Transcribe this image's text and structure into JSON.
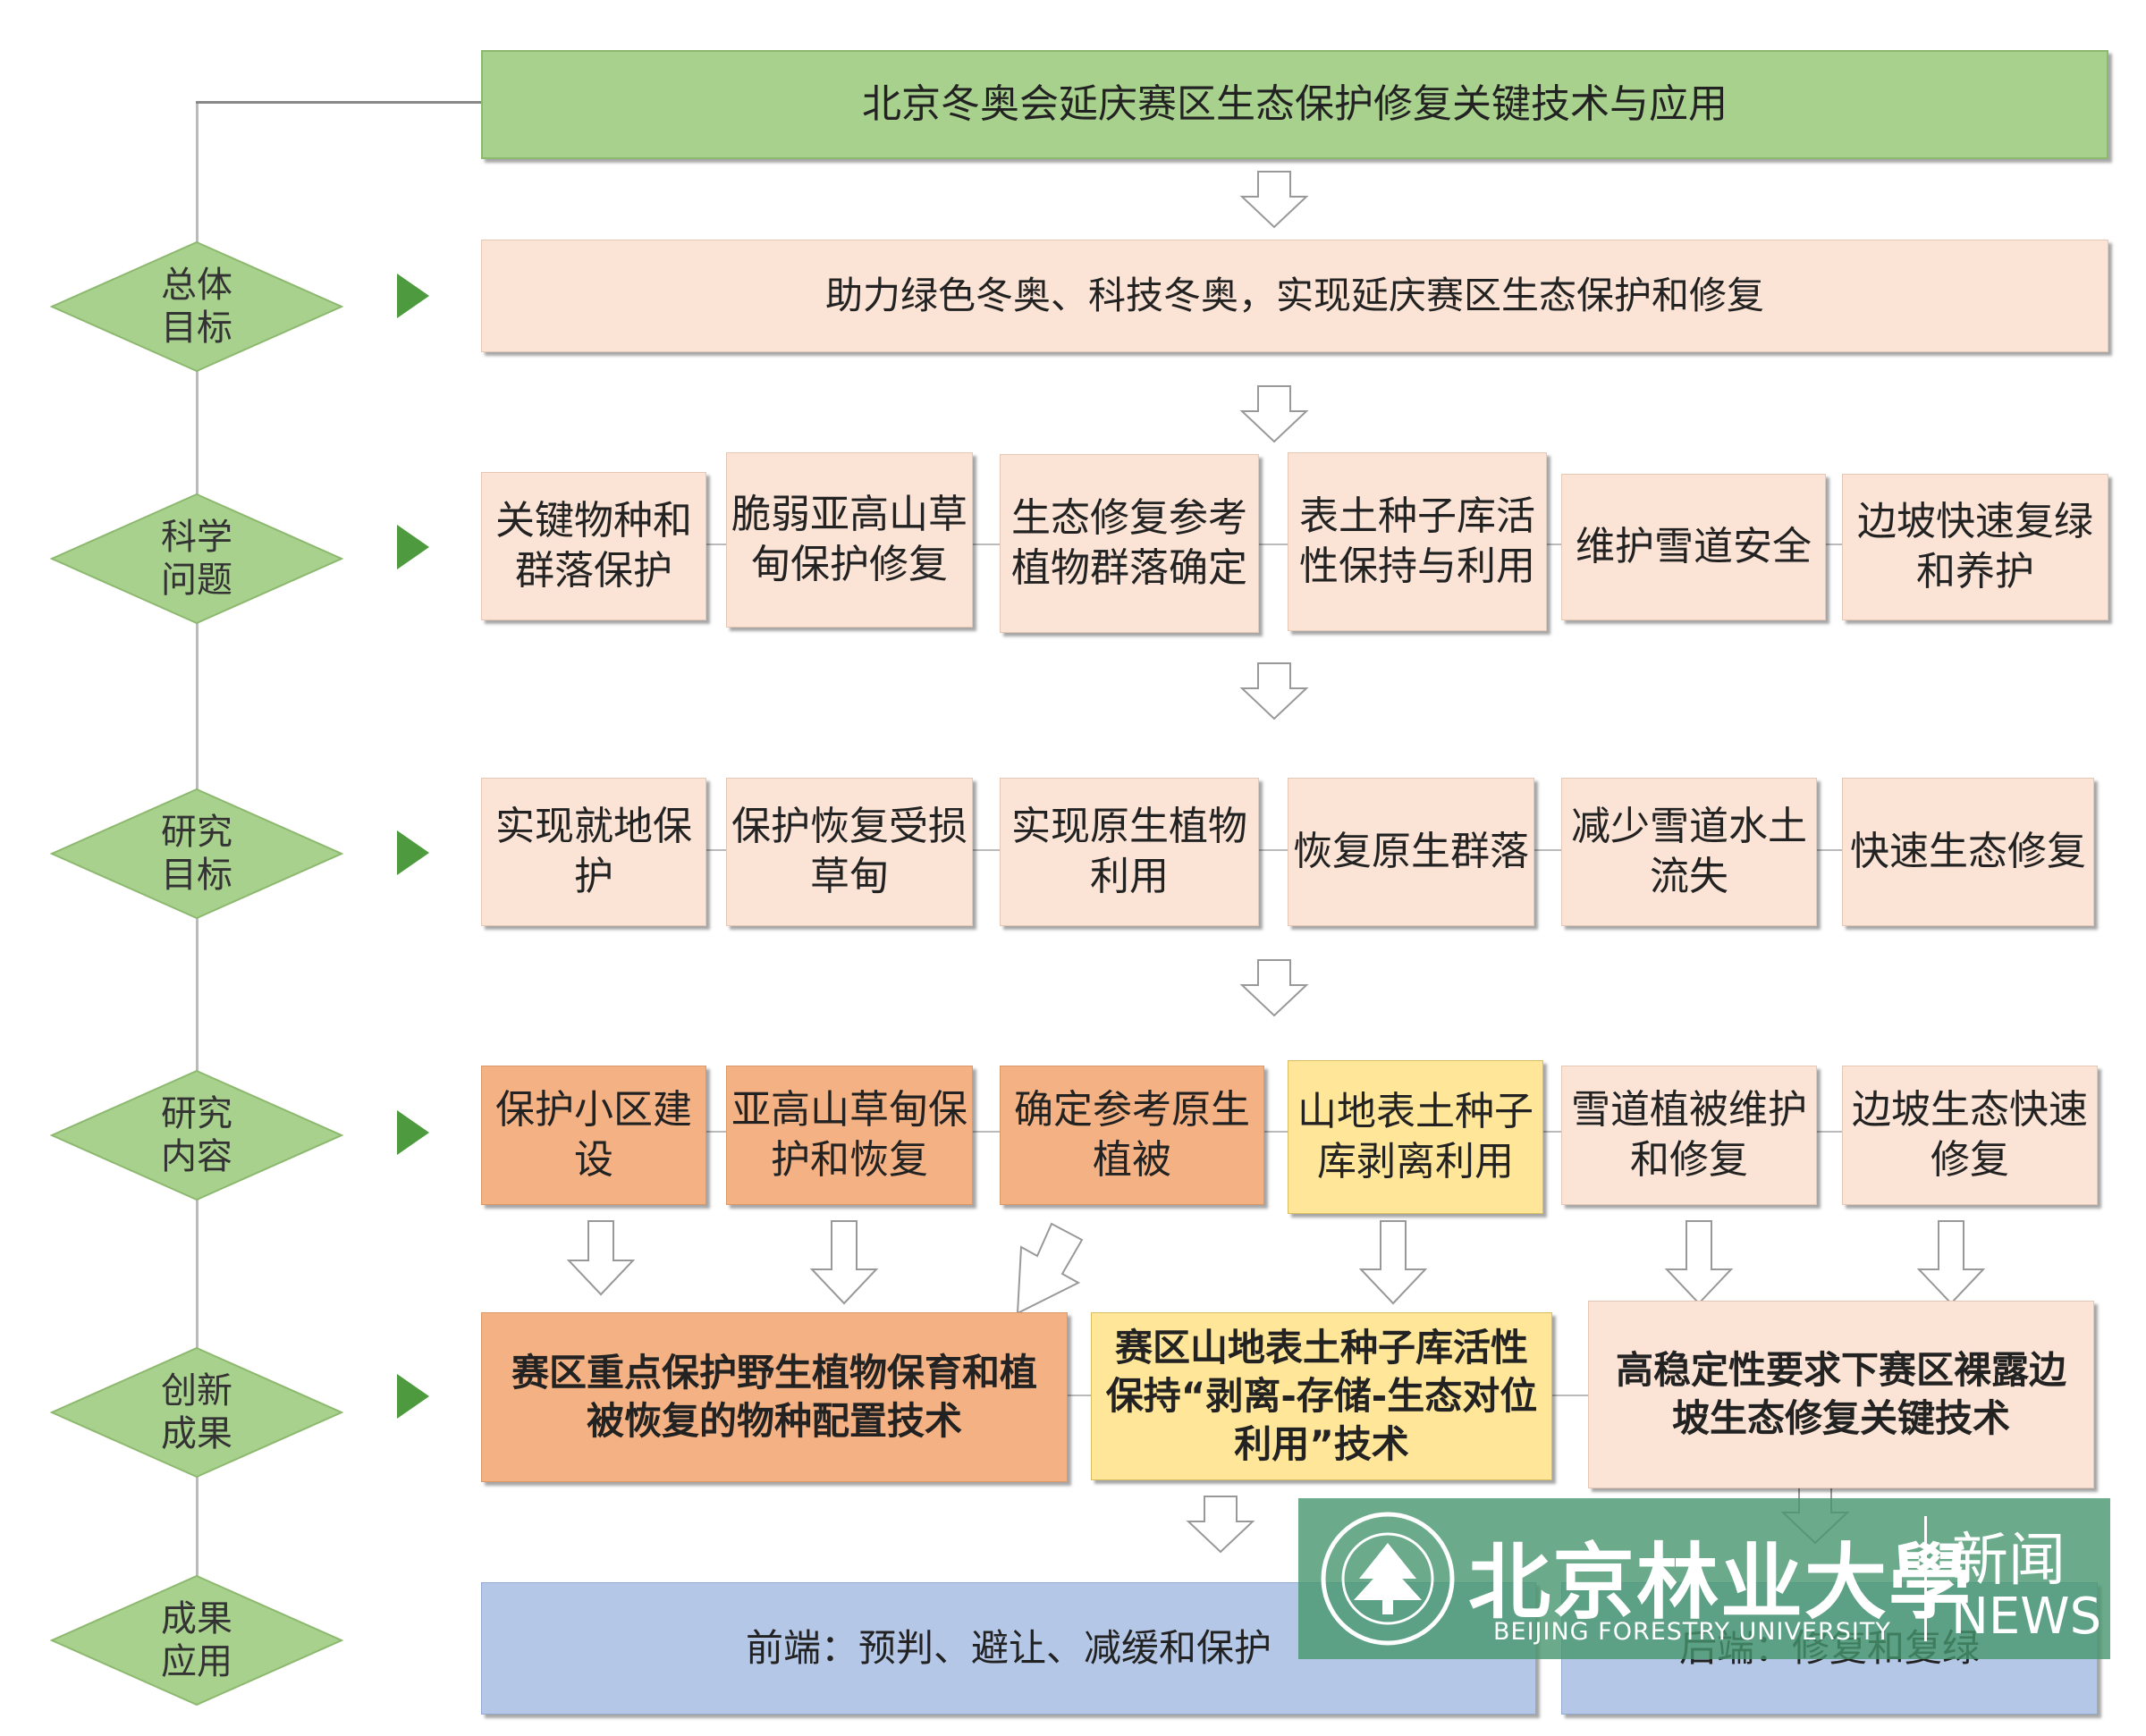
{
  "title": "北京冬奥会延庆赛区生态保护修复关键技术与应用",
  "side_labels": [
    {
      "l1": "总体",
      "l2": "目标"
    },
    {
      "l1": "科学",
      "l2": "问题"
    },
    {
      "l1": "研究",
      "l2": "目标"
    },
    {
      "l1": "研究",
      "l2": "内容"
    },
    {
      "l1": "创新",
      "l2": "成果"
    },
    {
      "l1": "成果",
      "l2": "应用"
    }
  ],
  "overall_goal": "助力绿色冬奥、科技冬奥，实现延庆赛区生态保护和修复",
  "science_issues": [
    "关键物种和群落保护",
    "脆弱亚高山草甸保护修复",
    "生态修复参考植物群落确定",
    "表土种子库活性保持与利用",
    "维护雪道安全",
    "边坡快速复绿和养护"
  ],
  "research_goals": [
    "实现就地保护",
    "保护恢复受损草甸",
    "实现原生植物利用",
    "恢复原生群落",
    "减少雪道水土流失",
    "快速生态修复"
  ],
  "research_contents": [
    "保护小区建设",
    "亚高山草甸保护和恢复",
    "确定参考原生植被",
    "山地表土种子库剥离利用",
    "雪道植被维护和修复",
    "边坡生态快速修复"
  ],
  "innovations": [
    "赛区重点保护野生植物保育和植被恢复的物种配置技术",
    "赛区山地表土种子库活性保持“剥离-存储-生态对位利用”技术",
    "高稳定性要求下赛区裸露边坡生态修复关键技术"
  ],
  "applications": {
    "front": "前端：预判、避让、减缓和保护",
    "back": "后端：修复和复绿"
  },
  "watermark": {
    "school_cn": "北京林业大學",
    "school_en": "BEIJING FORESTRY UNIVERSITY",
    "news_cn": "新闻",
    "news_en": "NEWS"
  },
  "colors": {
    "title_green": "#a9d18e",
    "pale": "#fbe4d5",
    "orange": "#f4b183",
    "yellow": "#ffe699",
    "blue": "#b4c7e7",
    "diamond": "#a9d18e",
    "triangle": "#4e9a3e"
  }
}
